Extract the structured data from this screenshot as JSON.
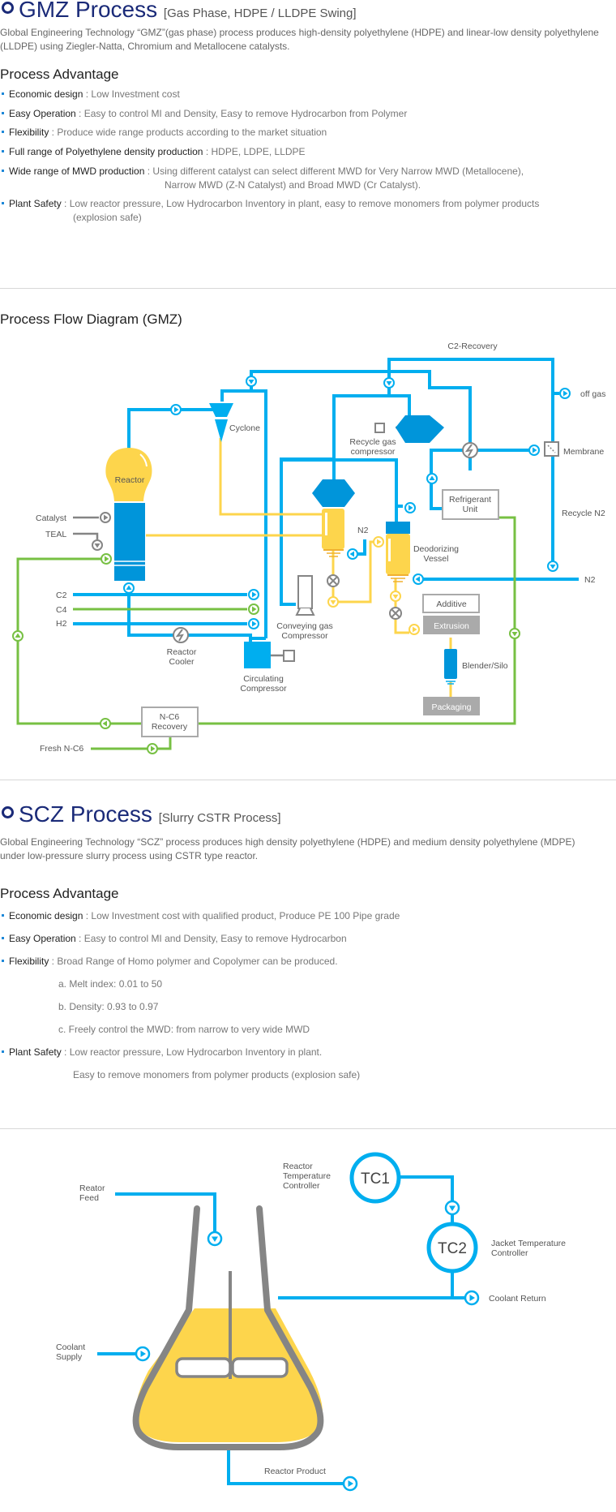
{
  "gmz": {
    "title": "GMZ Process",
    "subtitle": "[Gas Phase, HDPE / LLDPE Swing]",
    "intro": "Global Engineering Technology “GMZ”(gas phase) process produces high-density polyethylene (HDPE) and linear-low density polyethylene (LLDPE)  using Ziegler-Natta, Chromium and Metallocene catalysts.",
    "advantage_heading": "Process Advantage",
    "advantages": [
      {
        "key": "Economic design",
        "value": "Low Investment cost"
      },
      {
        "key": "Easy Operation",
        "value": "Easy to control MI and Density, Easy to remove Hydrocarbon from Polymer"
      },
      {
        "key": "Flexibility",
        "value": "Produce wide range products according to the market situation"
      },
      {
        "key": "Full range of Polyethylene density production",
        "value": "HDPE, LDPE, LLDPE"
      },
      {
        "key": "Wide range of MWD production",
        "value": "Using different catalyst can select different MWD for Very Narrow MWD (Metallocene),",
        "cont": "Narrow MWD (Z-N Catalyst) and Broad MWD (Cr Catalyst)."
      },
      {
        "key": "Plant Safety",
        "value": "Low reactor pressure, Low Hydrocarbon Inventory in plant, easy to remove monomers from polymer products",
        "cont": "(explosion safe)"
      }
    ],
    "diagram_heading": "Process Flow Diagram (GMZ)",
    "diagram": {
      "c2_recovery": "C2-Recovery",
      "off_gas": "off gas",
      "membrane": "Membrane",
      "recycle_n2": "Recycle N2",
      "n2_right": "N2",
      "n2_small": "N2",
      "cyclone": "Cyclone",
      "reactor": "Reactor",
      "catalyst": "Catalyst",
      "teal": "TEAL",
      "c2": "C2",
      "c4": "C4",
      "h2": "H2",
      "reactor_cooler_1": "Reactor",
      "reactor_cooler_2": "Cooler",
      "circ_comp_1": "Circulating",
      "circ_comp_2": "Compressor",
      "recycle_gas_1": "Recycle gas",
      "recycle_gas_2": "compressor",
      "refrigerant_1": "Refrigerant",
      "refrigerant_2": "Unit",
      "deodorizing_1": "Deodorizing",
      "deodorizing_2": "Vessel",
      "conveying_1": "Conveying gas",
      "conveying_2": "Compressor",
      "additive": "Additive",
      "extrusion": "Extrusion",
      "blender": "Blender/Silo",
      "packaging": "Packaging",
      "nc6_1": "N-C6",
      "nc6_2": "Recovery",
      "fresh_nc6": "Fresh N-C6"
    }
  },
  "scz": {
    "title": "SCZ Process",
    "subtitle": "[Slurry CSTR Process]",
    "intro": "Global Engineering Technology “SCZ” process produces high density polyethylene (HDPE) and medium density polyethylene (MDPE) under low-pressure slurry process using CSTR type reactor.",
    "advantage_heading": "Process Advantage",
    "advantages": [
      {
        "key": "Economic design",
        "value": "Low Investment cost with qualified product, Produce PE 100 Pipe grade"
      },
      {
        "key": "Easy Operation",
        "value": "Easy to control MI and Density, Easy to remove Hydrocarbon"
      },
      {
        "key": "Flexibility",
        "value": "Broad Range of Homo polymer and Copolymer can be produced."
      },
      {
        "key": "Plant Safety",
        "value": "Low reactor pressure, Low Hydrocarbon Inventory in plant.",
        "cont": "Easy to remove monomers from polymer products (explosion safe)"
      }
    ],
    "flex_subitems": [
      "a. Melt index: 0.01 to 50",
      "b. Density: 0.93 to 0.97",
      "c. Freely control the MWD: from narrow to very wide MWD"
    ],
    "diagram": {
      "reactor_feed_1": "Reator",
      "reactor_feed_2": "Feed",
      "rtc_1": "Reactor",
      "rtc_2": "Temperature",
      "rtc_3": "Controller",
      "tc1": "TC1",
      "tc2": "TC2",
      "jtc_1": "Jacket Temperature",
      "jtc_2": "Controller",
      "coolant_return": "Coolant Return",
      "coolant_supply_1": "Coolant",
      "coolant_supply_2": "Supply",
      "reactor_product": "Reactor Product"
    }
  },
  "colors": {
    "blue": "#00aeef",
    "dark_blue": "#0095da",
    "yellow": "#fdd54c",
    "green": "#77c043",
    "gray": "#858585",
    "title": "#1a2a78"
  }
}
